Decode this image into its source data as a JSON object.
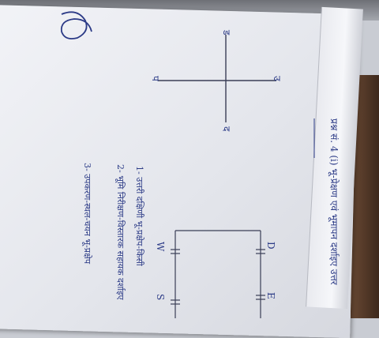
{
  "document": {
    "signature": "Q",
    "axis_labels": {
      "top": "ड",
      "left": "प",
      "right": "उ",
      "bottom": "द"
    },
    "heading": "प्रश्न सं. 4 (i) भू-प्रेक्षण एवं भूमापन दर्शाइए उत्तर",
    "points": [
      "1- उत्तरी दक्षिणी भू-प्रक्षेप-किसी",
      "2- भूमि निरीक्षण-विस्तारक सहायक दर्शाइए",
      "3- उपकरण-स्थल-चयन भू-प्रक्षेप"
    ],
    "diagram_labels": {
      "d": "D",
      "e": "E",
      "w": "W",
      "s": "S"
    }
  },
  "colors": {
    "ink": "#2b3a86",
    "paper": "#eef0f4",
    "background": "#c9ccd3"
  }
}
